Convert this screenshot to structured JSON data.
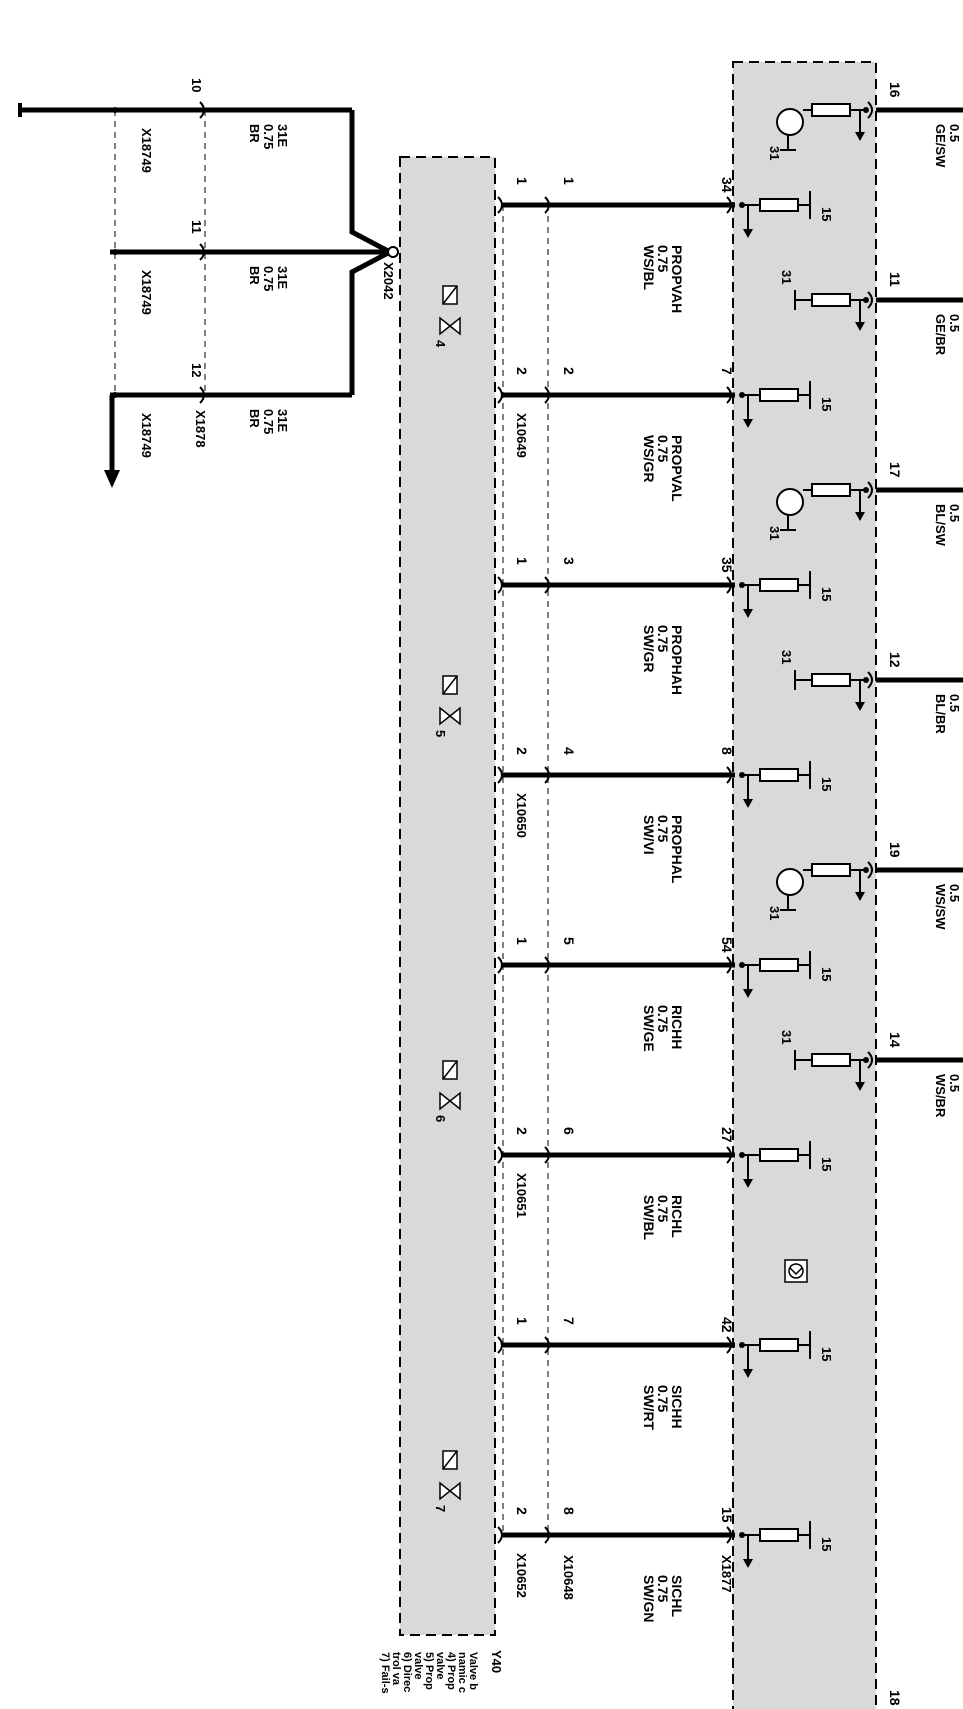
{
  "ground_left": {
    "pins": [
      "10",
      "11",
      "12"
    ],
    "connector": "X18749",
    "wires": [
      {
        "code": "31E",
        "size": "0.75",
        "color": "BR"
      },
      {
        "code": "31E",
        "size": "0.75",
        "color": "BR"
      },
      {
        "code": "31E",
        "size": "0.75",
        "color": "BR"
      }
    ],
    "bottom_connector": "X1878",
    "splice": "X2042"
  },
  "valve_block": {
    "id": "Y40",
    "valves": [
      "4",
      "5",
      "6",
      "7"
    ],
    "connectors": [
      "X10649",
      "X10650",
      "X10651",
      "X10652"
    ],
    "footnote_lines": [
      "Valve b",
      "namic c",
      "4) Prop",
      "   valve",
      "5) Prop",
      "   valve",
      "6) Direc",
      "   trol va",
      "7) Fail-s"
    ]
  },
  "valve_pins": [
    "1",
    "2",
    "1",
    "2",
    "1",
    "2",
    "1",
    "2"
  ],
  "mid_pins": [
    "1",
    "2",
    "3",
    "4",
    "5",
    "6",
    "7",
    "8"
  ],
  "mid_connector": "X10648",
  "signals": [
    {
      "name": "PROPVAH",
      "size": "0.75",
      "color": "WS/BL",
      "ecu_pin": "34"
    },
    {
      "name": "PROPVAL",
      "size": "0.75",
      "color": "WS/GR",
      "ecu_pin": "7"
    },
    {
      "name": "PROPHAH",
      "size": "0.75",
      "color": "SW/GR",
      "ecu_pin": "35"
    },
    {
      "name": "PROPHAL",
      "size": "0.75",
      "color": "SW/VI",
      "ecu_pin": "8"
    },
    {
      "name": "RICHH",
      "size": "0.75",
      "color": "SW/GE",
      "ecu_pin": "54"
    },
    {
      "name": "RICHL",
      "size": "0.75",
      "color": "SW/BL",
      "ecu_pin": "27"
    },
    {
      "name": "SICHH",
      "size": "0.75",
      "color": "SW/RT",
      "ecu_pin": "42"
    },
    {
      "name": "SICHL",
      "size": "0.75",
      "color": "SW/GN",
      "ecu_pin": "15"
    }
  ],
  "ecu": {
    "connector": "X1877",
    "supply_label": "15",
    "ground_label": "31",
    "right_pins": [
      {
        "pin": "16",
        "size": "0.5",
        "color": "GE/SW"
      },
      {
        "pin": "11",
        "size": "0.5",
        "color": "GE/BR"
      },
      {
        "pin": "17",
        "size": "0.5",
        "color": "BL/SW"
      },
      {
        "pin": "12",
        "size": "0.5",
        "color": "BL/BR"
      },
      {
        "pin": "19",
        "size": "0.5",
        "color": "WS/SW"
      },
      {
        "pin": "14",
        "size": "0.5",
        "color": "WS/BR"
      },
      {
        "pin": "18"
      }
    ]
  }
}
